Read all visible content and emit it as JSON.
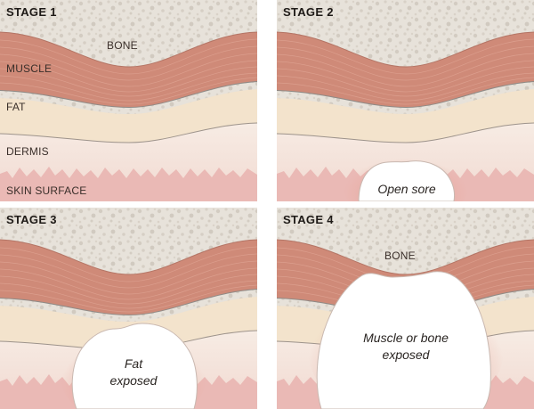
{
  "stages": [
    {
      "title": "STAGE 1",
      "labels": {
        "bone": "BONE",
        "muscle": "MUSCLE",
        "fat": "FAT",
        "dermis": "DERMIS",
        "skin": "SKIN SURFACE"
      }
    },
    {
      "title": "STAGE 2",
      "wound_label": "Open sore"
    },
    {
      "title": "STAGE 3",
      "wound_label_line1": "Fat",
      "wound_label_line2": "exposed"
    },
    {
      "title": "STAGE 4",
      "bone_label": "BONE",
      "wound_label_line1": "Muscle or bone",
      "wound_label_line2": "exposed"
    }
  ],
  "colors": {
    "bone": "#e6e1d9",
    "bone_speckle": "#d0c9bf",
    "muscle": "#cf8a78",
    "muscle_line": "#e0a594",
    "fascia": "#8f8a86",
    "fat": "#f3e3cc",
    "dermis": "#f6e8df",
    "skin": "#eab9b5",
    "wound": "#ffffff"
  }
}
